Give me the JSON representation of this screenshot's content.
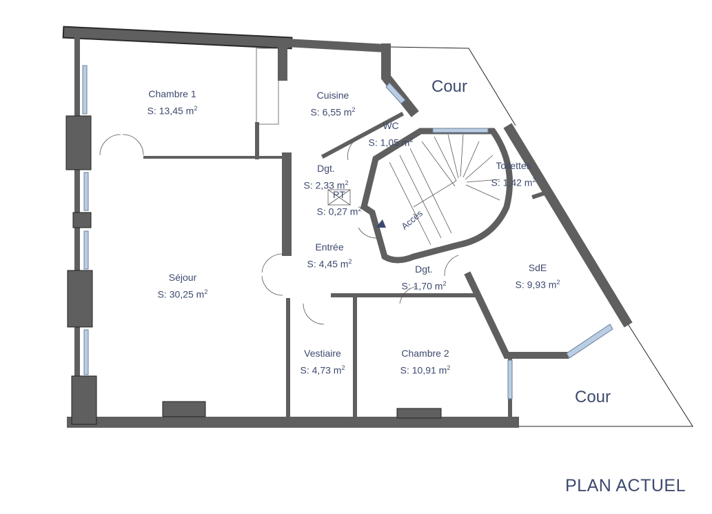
{
  "title": "PLAN ACTUEL",
  "courtyards": [
    "Cour",
    "Cour"
  ],
  "access_label": "Accès",
  "area_unit": "m",
  "rooms": [
    {
      "name": "Chambre 1",
      "area": "S: 13,45"
    },
    {
      "name": "Cuisine",
      "area": "S: 6,55"
    },
    {
      "name": "WC",
      "area": "S: 1,05"
    },
    {
      "name": "Dgt.",
      "area": "S: 2,33"
    },
    {
      "name": "PT",
      "area": "S: 0,27"
    },
    {
      "name": "Toilettes",
      "area": "S: 1,42"
    },
    {
      "name": "Entrée",
      "area": "S: 4,45"
    },
    {
      "name": "Dgt.",
      "area": "S: 1,70"
    },
    {
      "name": "SdE",
      "area": "S: 9,93"
    },
    {
      "name": "Séjour",
      "area": "S: 30,25"
    },
    {
      "name": "Vestiaire",
      "area": "S: 4,73"
    },
    {
      "name": "Chambre 2",
      "area": "S: 10,91"
    }
  ],
  "colors": {
    "wall": "#5f5f5f",
    "text": "#3d4a6e",
    "window": "#b9cde3"
  }
}
